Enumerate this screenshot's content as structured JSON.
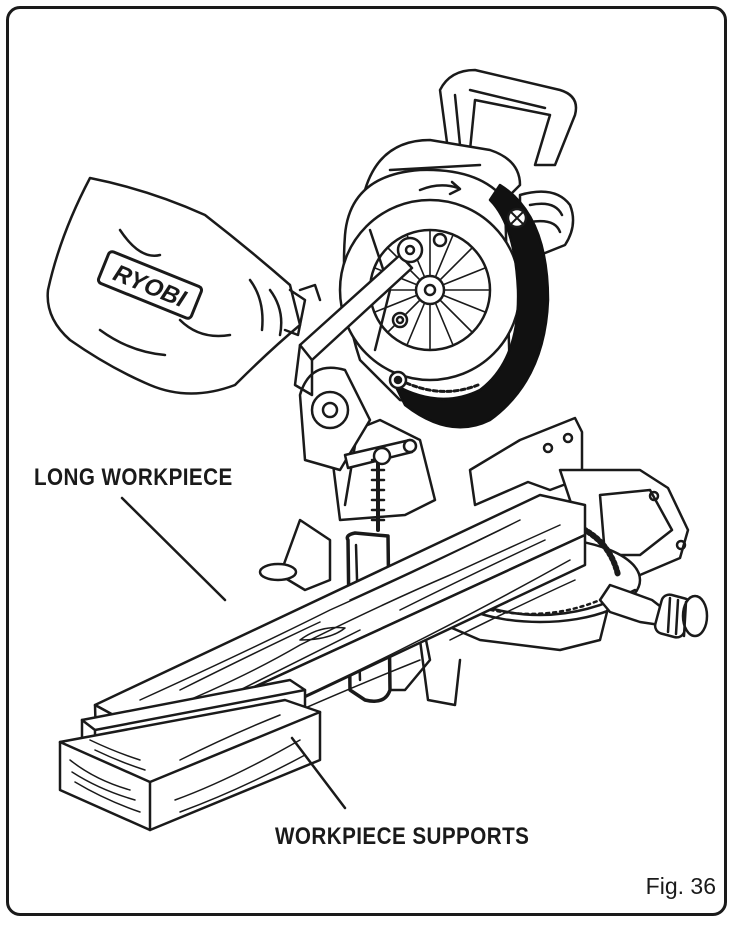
{
  "figure": {
    "callouts": {
      "long_workpiece": "LONG WORKPIECE",
      "workpiece_supports": "WORKPIECE SUPPORTS"
    },
    "logo": "RYOBI",
    "fig_number": "Fig. 36"
  },
  "colors": {
    "ink": "#1a1a1a",
    "paper": "#ffffff",
    "blade_guard": "#111111"
  }
}
